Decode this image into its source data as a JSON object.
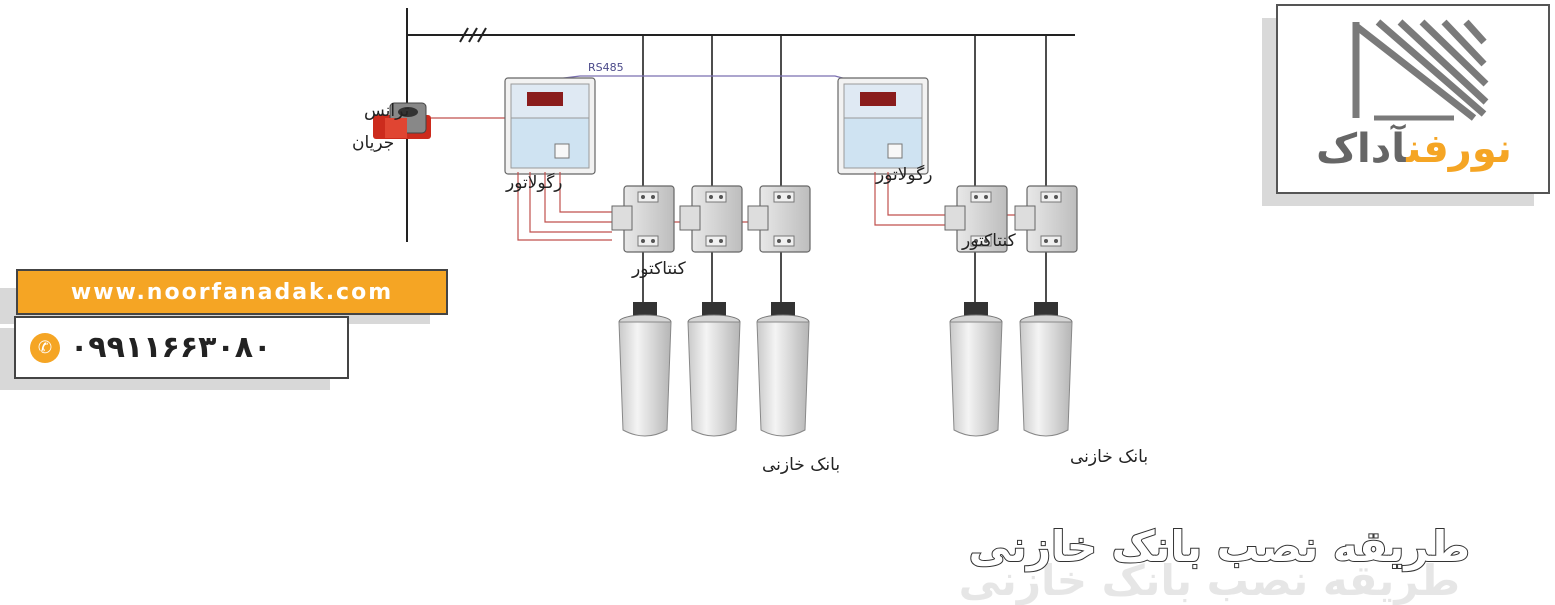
{
  "contact": {
    "website": "www.noorfanadak.com",
    "phone": "۰۹۹۱۱۶۶۳۰۸۰"
  },
  "logo": {
    "part_orange": "نورفن",
    "part_gray": "آداک"
  },
  "diagram": {
    "bus_label": "RS485",
    "ct_label_line1": "ترانس",
    "ct_label_line2": "جریان",
    "regulator_label": "رگولاتور",
    "contactor_label": "کنتاکتور",
    "capacitor_label": "بانک خازنی"
  },
  "title": "طریقه نصب بانک خازنی",
  "colors": {
    "accent": "#f5a524",
    "line": "#222222",
    "wire_red": "#c0504d",
    "panel_blue": "#cfe3f2"
  }
}
